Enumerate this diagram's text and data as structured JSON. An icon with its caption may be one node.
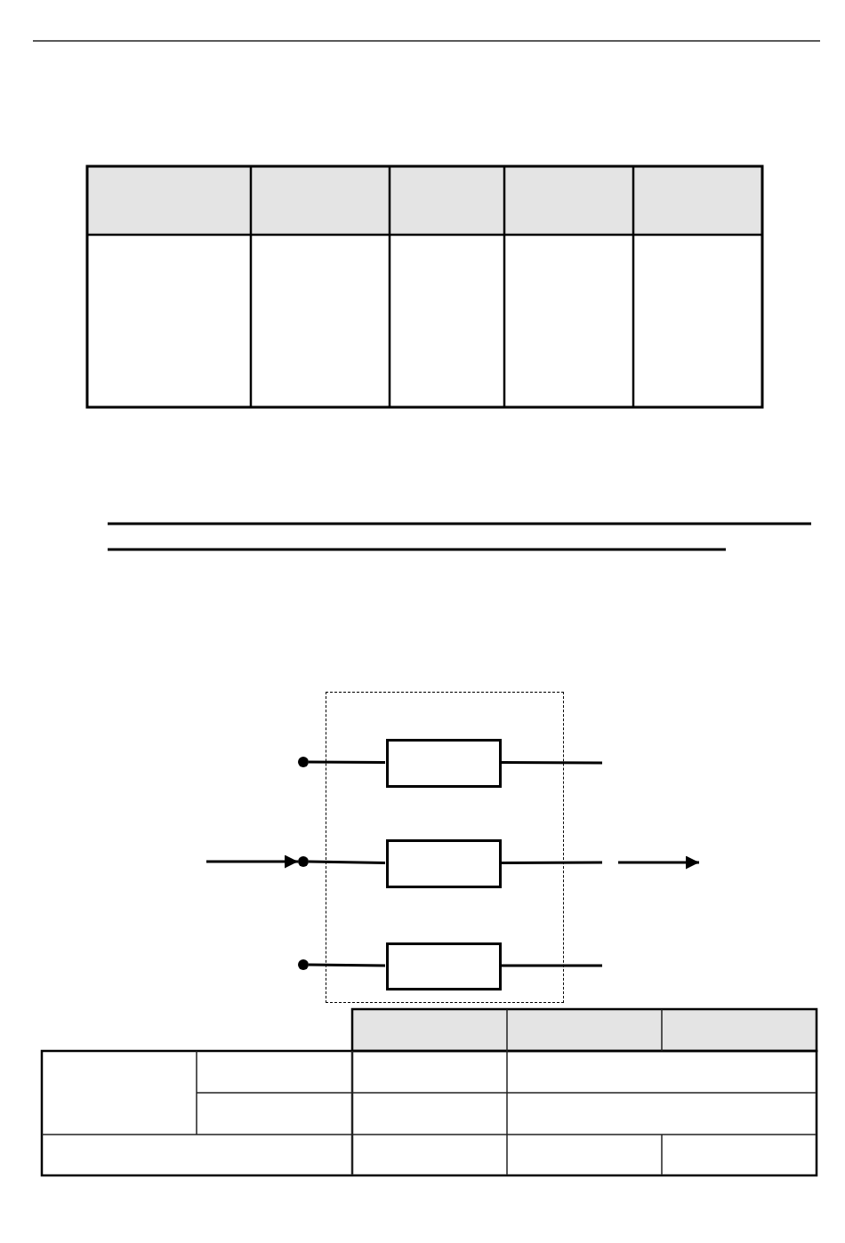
{
  "diagram": {
    "nodes": [
      {
        "text": [],
        "shape": "box"
      },
      {
        "text": [],
        "shape": "box",
        "in": 0
      },
      {
        "text": [],
        "shape": "box",
        "in": 0
      },
      {
        "text": [],
        "shape": "box",
        "in": 0
      },
      {
        "text": [],
        "shape": "circle"
      },
      {
        "text": [],
        "shape": "circle"
      },
      {
        "text": [],
        "shape": "circle"
      }
    ],
    "edges": [
      {
        "from": 4,
        "to": 1,
        "arrow": "none"
      },
      {
        "from": 5,
        "to": 2,
        "arrow": "none"
      },
      {
        "from": 6,
        "to": 3,
        "arrow": "none"
      },
      {
        "from": 1,
        "to": null,
        "arrow": "none"
      },
      {
        "from": 2,
        "to": null,
        "arrow": "none"
      },
      {
        "from": 3,
        "to": null,
        "arrow": "none"
      },
      {
        "from": null,
        "to": 5,
        "arrow": "to"
      }
    ]
  }
}
